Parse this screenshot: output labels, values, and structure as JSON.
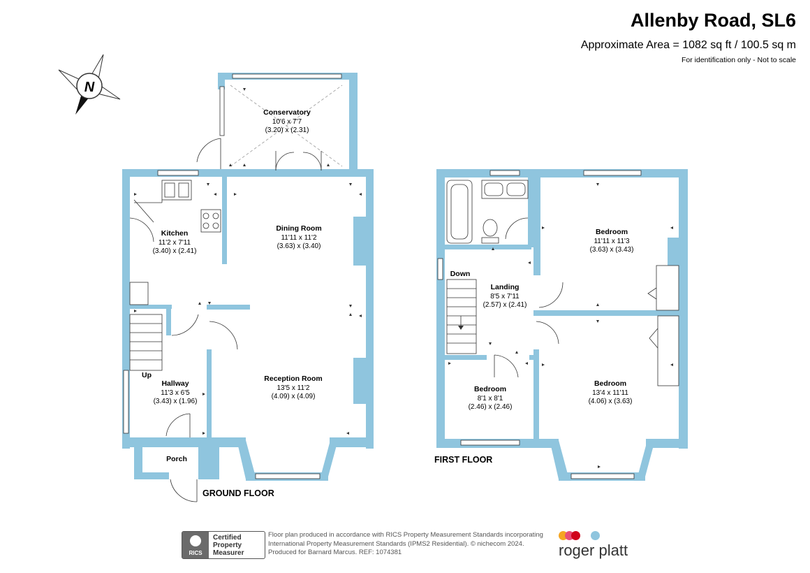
{
  "header": {
    "title": "Allenby Road, SL6",
    "area": "Approximate Area = 1082 sq ft / 100.5 sq m",
    "note": "For identification only - Not to scale"
  },
  "compass": {
    "letter": "N",
    "icon": "compass-icon"
  },
  "ground_floor": {
    "label": "GROUND FLOOR",
    "rooms": [
      {
        "name": "Conservatory",
        "dim_imperial": "10'6 x 7'7",
        "dim_metric": "(3.20) x (2.31)"
      },
      {
        "name": "Kitchen",
        "dim_imperial": "11'2 x 7'11",
        "dim_metric": "(3.40) x (2.41)"
      },
      {
        "name": "Dining Room",
        "dim_imperial": "11'11 x 11'2",
        "dim_metric": "(3.63) x (3.40)"
      },
      {
        "name": "Reception Room",
        "dim_imperial": "13'5 x 11'2",
        "dim_metric": "(4.09) x (4.09)"
      },
      {
        "name": "Hallway",
        "dim_imperial": "11'3 x 6'5",
        "dim_metric": "(3.43) x (1.96)"
      },
      {
        "name": "Porch"
      }
    ],
    "stair_label": "Up"
  },
  "first_floor": {
    "label": "FIRST FLOOR",
    "rooms": [
      {
        "name": "Bedroom",
        "dim_imperial": "11'11 x 11'3",
        "dim_metric": "(3.63) x (3.43)"
      },
      {
        "name": "Landing",
        "dim_imperial": "8'5 x 7'11",
        "dim_metric": "(2.57) x (2.41)"
      },
      {
        "name": "Bedroom",
        "dim_imperial": "8'1 x 8'1",
        "dim_metric": "(2.46) x (2.46)"
      },
      {
        "name": "Bedroom",
        "dim_imperial": "13'4 x 11'11",
        "dim_metric": "(4.06) x (3.63)"
      }
    ],
    "stair_label": "Down"
  },
  "footer": {
    "rics_badge": "RICS",
    "rics_lines": [
      "Certified",
      "Property",
      "Measurer"
    ],
    "text_lines": [
      "Floor plan produced in accordance with RICS Property Measurement Standards incorporating",
      "International Property Measurement Standards (IPMS2 Residential).  © nichecom 2024.",
      "Produced for Barnard Marcus.    REF:  1074381"
    ],
    "brand": "roger platt",
    "brand_colors": [
      "#f5a623",
      "#e94e77",
      "#d0021b",
      "#8fc5de"
    ]
  },
  "colors": {
    "wall": "#8fc5de"
  }
}
